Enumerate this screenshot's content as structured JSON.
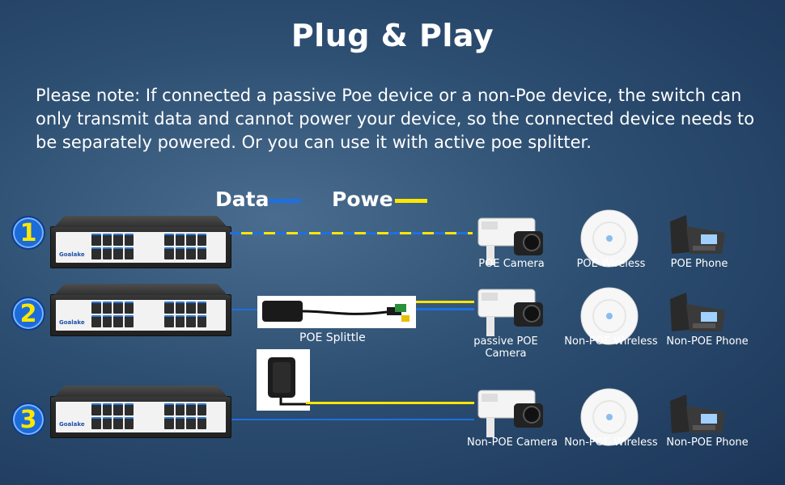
{
  "title": "Plug & Play",
  "note": "Please note: If connected a passive Poe device or a non-Poe device, the switch can only transmit data and cannot power your device, so the connected device needs to be separately powered. Or you can use it with active poe splitter.",
  "legend": {
    "data_label": "Data",
    "power_label": "Powe",
    "data_color": "#1f6fe0",
    "power_color": "#ffe600"
  },
  "brand": "Goalake",
  "rows": [
    {
      "number": "1",
      "devices": [
        "POE  Camera",
        "POE  Wireless",
        "POE  Phone"
      ]
    },
    {
      "number": "2",
      "accessory_label": "POE Splittle",
      "devices": [
        "passive POE Camera",
        "Non-POE  Wireless",
        "Non-POE  Phone"
      ]
    },
    {
      "number": "3",
      "devices": [
        "Non-POE  Camera",
        "Non-POE  Wireless",
        "Non-POE  Phone"
      ]
    }
  ]
}
